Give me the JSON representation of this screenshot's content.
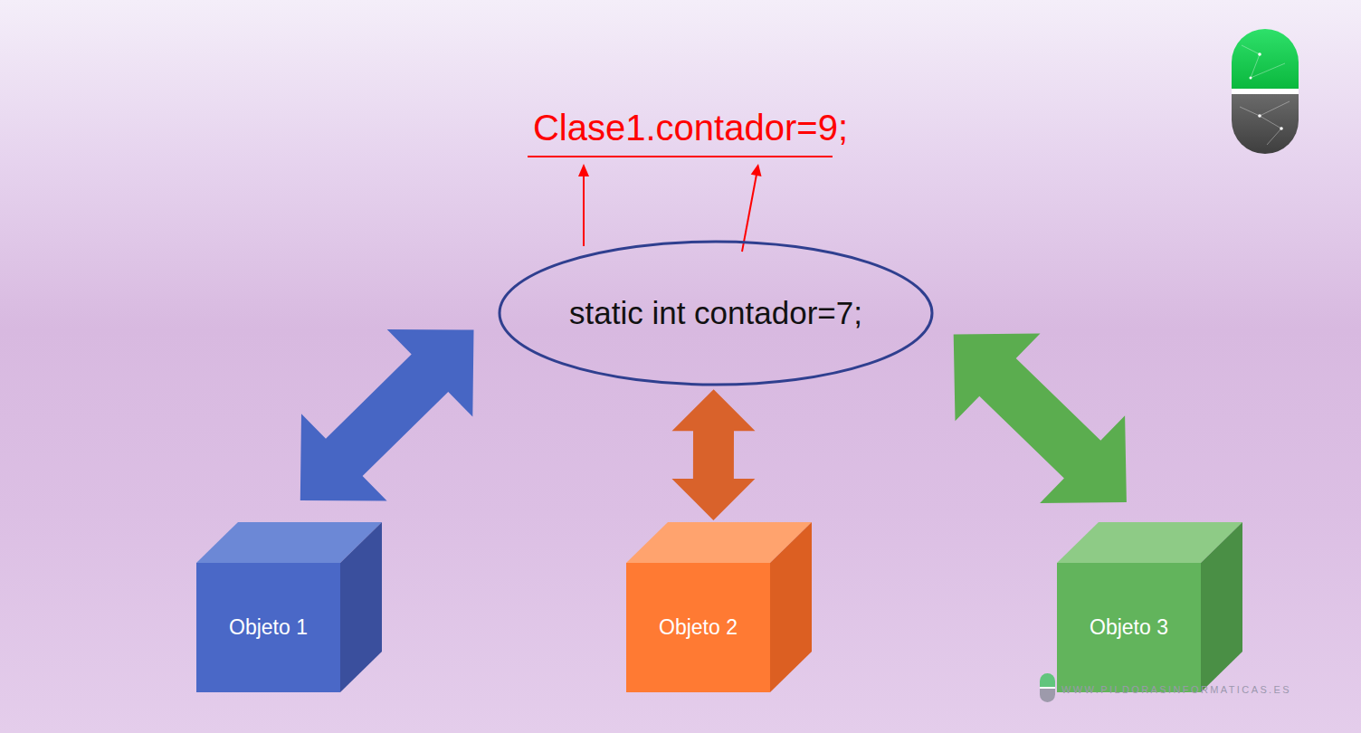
{
  "diagram": {
    "nodes": [
      {
        "text": [
          "static int contador=7;"
        ]
      },
      {
        "text": [
          "Objeto 1"
        ]
      },
      {
        "text": [
          "Objeto 2"
        ]
      },
      {
        "text": [
          "Objeto 3"
        ]
      }
    ],
    "edges": [
      {
        "from": 0,
        "to": 1,
        "arrow": "both"
      },
      {
        "from": 0,
        "to": 2,
        "arrow": "both"
      },
      {
        "from": 0,
        "to": 3,
        "arrow": "both"
      }
    ],
    "labels": [
      "Clase1.contador=9;",
      "WWW.PILDORASINFORMATICAS.ES"
    ]
  }
}
